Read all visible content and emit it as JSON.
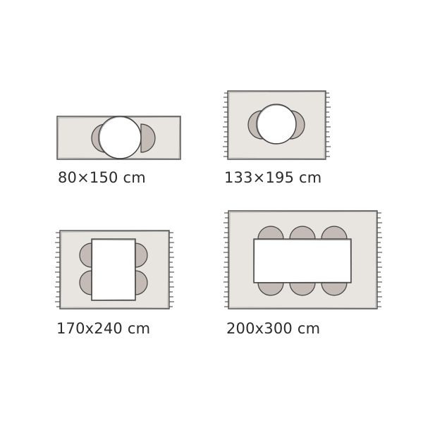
{
  "rug_sizes": [
    {
      "label": "80×150 cm",
      "table": "round",
      "chairs": 2,
      "fringe": false
    },
    {
      "label": "133×195 cm",
      "table": "round",
      "chairs": 2,
      "fringe": true
    },
    {
      "label": "170x240 cm",
      "table": "rectangular",
      "chairs": 4,
      "fringe": true
    },
    {
      "label": "200x300 cm",
      "table": "rectangular",
      "chairs": 6,
      "fringe": true
    }
  ],
  "colors": {
    "rug": "#e8e5e0",
    "chair": "#c4bbb6",
    "table": "#ffffff",
    "outline": "#3f3f3f"
  }
}
